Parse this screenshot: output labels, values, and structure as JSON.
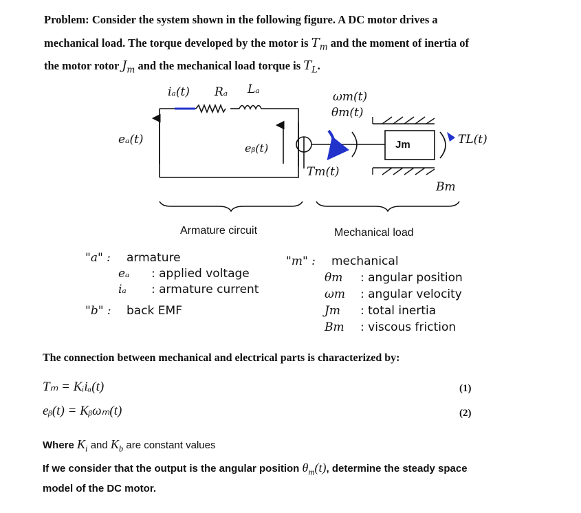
{
  "problem": {
    "prefix": "Problem:",
    "line1": "Consider the system shown in the following figure. A DC motor drives a",
    "line2a": "mechanical load.  The torque developed by the motor is",
    "line2b": "and the moment of inertia of",
    "line3a": "the motor rotor",
    "line3b": "and the mechanical load torque is",
    "sym_Tm": "T",
    "sym_Tm_sub": "m",
    "sym_Jm": "J",
    "sym_Jm_sub": "m",
    "sym_TL": "T",
    "sym_TL_sub": "L",
    "period": "."
  },
  "figure": {
    "ia": "iₐ(t)",
    "ra": "Rₐ",
    "la": "Lₐ",
    "ea": "eₐ(t)",
    "eb": "eᵦ(t)",
    "wm": "ωm(t)",
    "thm": "θm(t)",
    "tm": "Tm(t)",
    "jm": "Jm",
    "tl": "TL(t)",
    "bm": "Bm",
    "armature_circuit": "Armature circuit",
    "mechanical_load": "Mechanical load"
  },
  "legend": {
    "left": [
      {
        "sym": "\"a\" :",
        "desc": "armature"
      },
      {
        "sym": "eₐ",
        "desc": ":  applied voltage"
      },
      {
        "sym": "iₐ",
        "desc": ":  armature current"
      },
      {
        "sym": "\"b\" :",
        "desc": "back EMF"
      }
    ],
    "right": [
      {
        "sym": "\"m\" :",
        "desc": "mechanical"
      },
      {
        "sym": "θm",
        "desc": ":  angular position"
      },
      {
        "sym": "ωm",
        "desc": ":  angular velocity"
      },
      {
        "sym": "Jm",
        "desc": ":  total inertia"
      },
      {
        "sym": "Bm",
        "desc": ":  viscous friction"
      }
    ]
  },
  "connection_text": "The connection between mechanical and electrical parts is characterized by:",
  "equations": [
    {
      "text": "Tₘ = Kᵢiₐ(t)",
      "number": "(1)"
    },
    {
      "text": "eᵦ(t) = Kᵦωₘ(t)",
      "number": "(2)"
    }
  ],
  "where": {
    "prefix": "Where",
    "k1": "K",
    "k1_sub": "i",
    "and": "and",
    "k2": "K",
    "k2_sub": "b",
    "suffix": "are constant values"
  },
  "question": {
    "line1a": "If we consider that the output is the angular position",
    "theta": "θ",
    "theta_sub": "m",
    "theta_arg": "(t)",
    "line1b": ", determine the steady space",
    "line2": "model of the DC motor."
  }
}
